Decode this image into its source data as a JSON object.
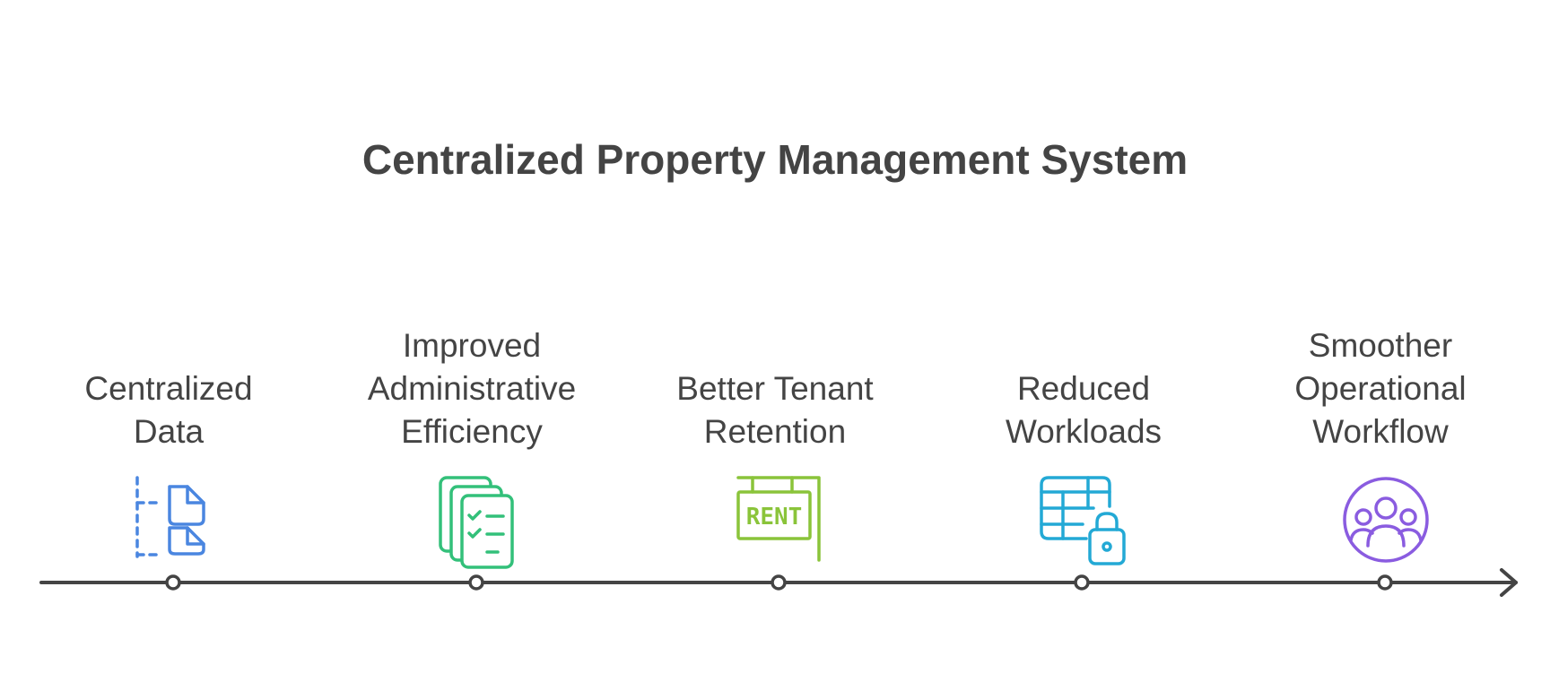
{
  "title": "Centralized Property Management System",
  "milestones": [
    {
      "label": "Centralized\nData",
      "icon": "documents-tree-icon",
      "color": "#4a86e0"
    },
    {
      "label": "Improved\nAdministrative\nEfficiency",
      "icon": "checklist-stack-icon",
      "color": "#33c07a"
    },
    {
      "label": "Better Tenant\nRetention",
      "icon": "rent-sign-icon",
      "color": "#8ac43a"
    },
    {
      "label": "Reduced\nWorkloads",
      "icon": "locked-spreadsheet-icon",
      "color": "#23a9d5"
    },
    {
      "label": "Smoother\nOperational\nWorkflow",
      "icon": "team-circle-icon",
      "color": "#8a5ce0"
    }
  ],
  "colors": {
    "axis": "#444444",
    "text": "#444444"
  }
}
